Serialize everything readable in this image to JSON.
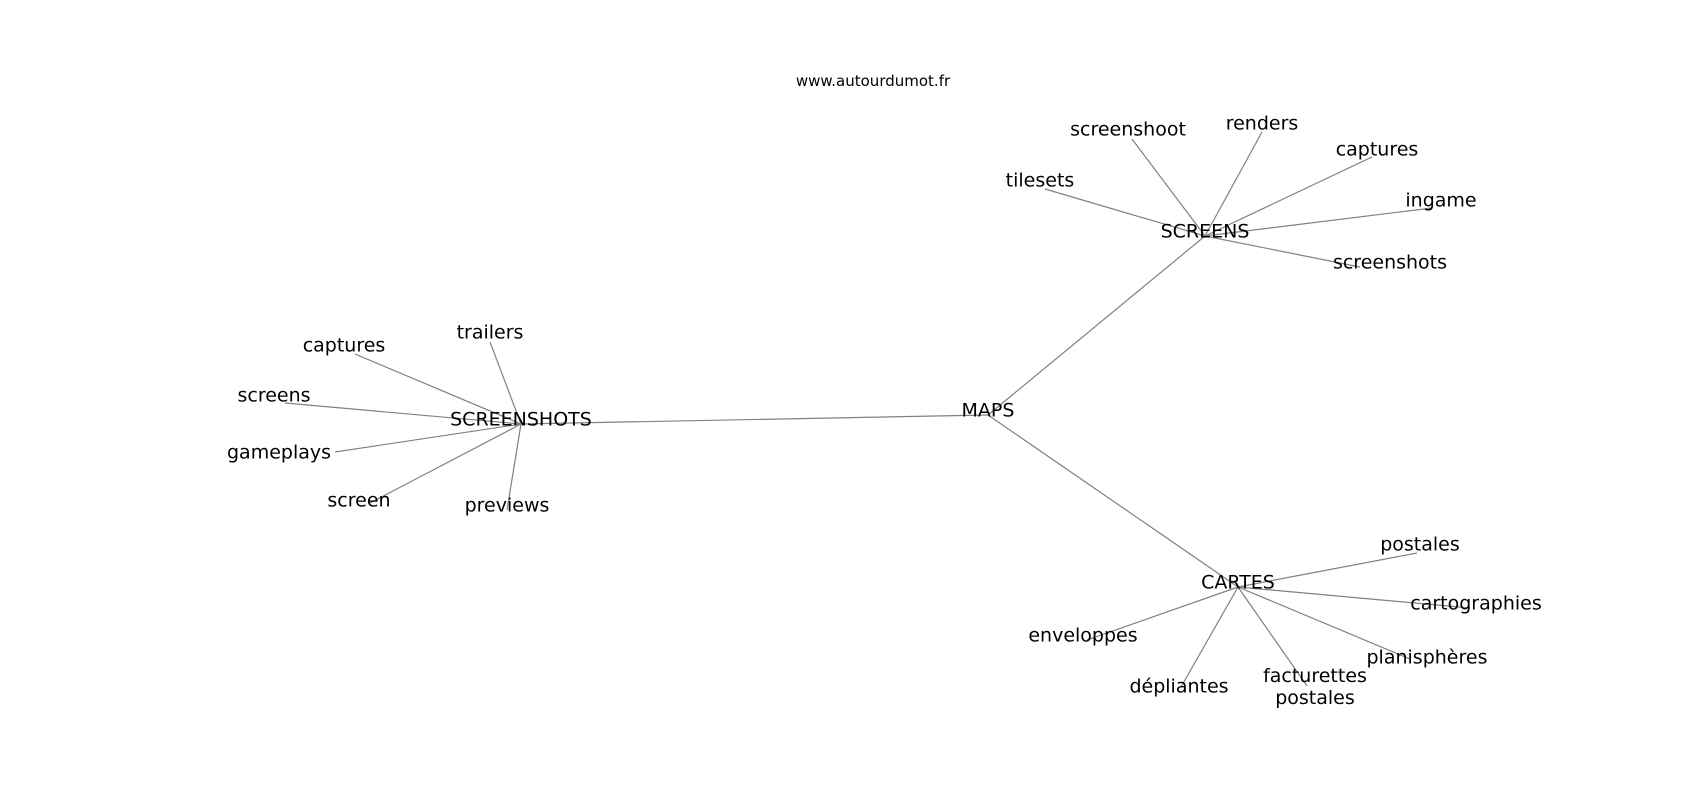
{
  "header": {
    "site": "www.autourdumot.fr"
  },
  "graph": {
    "center": "MAPS",
    "nodes": [
      {
        "id": "maps",
        "label": "MAPS",
        "interactable": true
      },
      {
        "id": "screenshots",
        "label": "SCREENSHOTS",
        "interactable": true
      },
      {
        "id": "screens",
        "label": "SCREENS",
        "interactable": true
      },
      {
        "id": "cartes",
        "label": "CARTES",
        "interactable": true
      },
      {
        "id": "trailers",
        "label": "trailers",
        "interactable": true
      },
      {
        "id": "captures-1",
        "label": "captures",
        "interactable": true
      },
      {
        "id": "screens-leaf",
        "label": "screens",
        "interactable": true
      },
      {
        "id": "gameplays",
        "label": "gameplays",
        "interactable": true
      },
      {
        "id": "screen",
        "label": "screen",
        "interactable": true
      },
      {
        "id": "previews",
        "label": "previews",
        "interactable": true
      },
      {
        "id": "tilesets",
        "label": "tilesets",
        "interactable": true
      },
      {
        "id": "screenshoot",
        "label": "screenshoot",
        "interactable": true
      },
      {
        "id": "renders",
        "label": "renders",
        "interactable": true
      },
      {
        "id": "captures-2",
        "label": "captures",
        "interactable": true
      },
      {
        "id": "ingame",
        "label": "ingame",
        "interactable": true
      },
      {
        "id": "screenshots-leaf",
        "label": "screenshots",
        "interactable": true
      },
      {
        "id": "postales",
        "label": "postales",
        "interactable": true
      },
      {
        "id": "cartographies",
        "label": "cartographies",
        "interactable": true
      },
      {
        "id": "planispheres",
        "label": "planisphères",
        "interactable": true
      },
      {
        "id": "facturettes",
        "label": "facturettes postales",
        "interactable": true
      },
      {
        "id": "depliantes",
        "label": "dépliantes",
        "interactable": true
      },
      {
        "id": "enveloppes",
        "label": "enveloppes",
        "interactable": true
      }
    ],
    "edges": [
      [
        "maps",
        "screenshots"
      ],
      [
        "maps",
        "screens"
      ],
      [
        "maps",
        "cartes"
      ],
      [
        "screenshots",
        "trailers"
      ],
      [
        "screenshots",
        "captures-1"
      ],
      [
        "screenshots",
        "screens-leaf"
      ],
      [
        "screenshots",
        "gameplays"
      ],
      [
        "screenshots",
        "screen"
      ],
      [
        "screenshots",
        "previews"
      ],
      [
        "screens",
        "tilesets"
      ],
      [
        "screens",
        "screenshoot"
      ],
      [
        "screens",
        "renders"
      ],
      [
        "screens",
        "captures-2"
      ],
      [
        "screens",
        "ingame"
      ],
      [
        "screens",
        "screenshots-leaf"
      ],
      [
        "cartes",
        "postales"
      ],
      [
        "cartes",
        "cartographies"
      ],
      [
        "cartes",
        "planispheres"
      ],
      [
        "cartes",
        "facturettes"
      ],
      [
        "cartes",
        "depliantes"
      ],
      [
        "cartes",
        "enveloppes"
      ]
    ]
  }
}
